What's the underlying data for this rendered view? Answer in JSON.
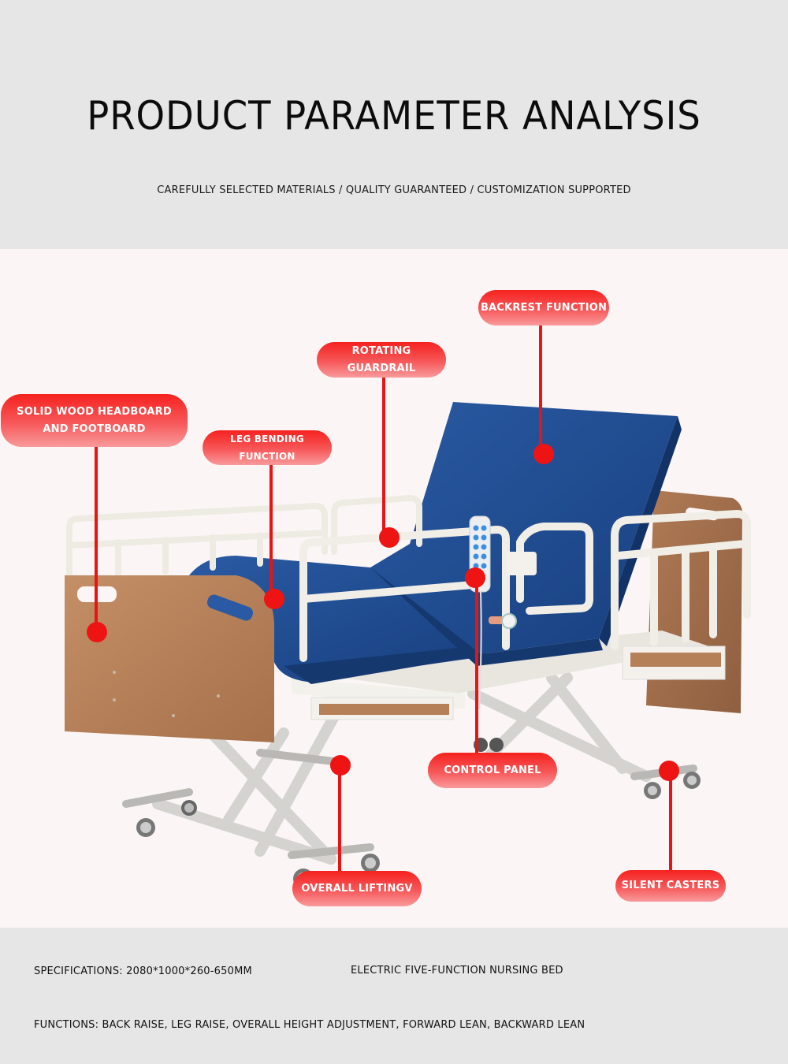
{
  "header": {
    "title": "PRODUCT PARAMETER ANALYSIS",
    "subtitle": "CAREFULLY SELECTED MATERIALS / QUALITY GUARANTEED / CUSTOMIZATION SUPPORTED"
  },
  "callouts": [
    {
      "id": "backrest",
      "label": "BACKREST FUNCTION"
    },
    {
      "id": "rotating-guardrail",
      "label": "ROTATING GUARDRAIL"
    },
    {
      "id": "headboard-line1",
      "label": "SOLID WOOD HEADBOARD"
    },
    {
      "id": "headboard-line2",
      "label": "AND FOOTBOARD"
    },
    {
      "id": "leg-bending",
      "label": "LEG BENDING FUNCTION"
    },
    {
      "id": "control-panel",
      "label": "CONTROL PANEL"
    },
    {
      "id": "overall-lifting",
      "label": "OVERALL LIFTINGV"
    },
    {
      "id": "silent-casters",
      "label": "SILENT CASTERS"
    }
  ],
  "product": {
    "image": "electric-nursing-bed-illustration",
    "colors": {
      "accent_red": "#ee1414",
      "mattress_blue": "#1f4a8c",
      "wood": "#b57f57",
      "frame": "#eeeae2",
      "stage_bg": "#fbf6f5",
      "band_bg": "#e6e6e6"
    }
  },
  "footer": {
    "specifications": "SPECIFICATIONS: 2080*1000*260-650MM",
    "product_name": "ELECTRIC FIVE-FUNCTION NURSING BED",
    "functions": "FUNCTIONS: BACK RAISE, LEG RAISE, OVERALL HEIGHT ADJUSTMENT, FORWARD LEAN, BACKWARD LEAN"
  }
}
